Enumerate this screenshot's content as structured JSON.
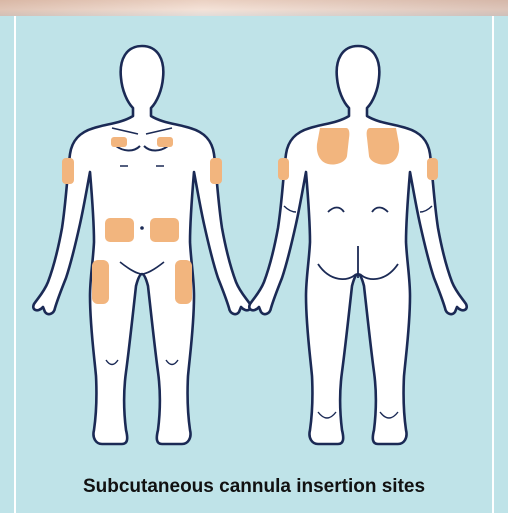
{
  "caption": "Subcutaneous cannula insertion sites",
  "colors": {
    "background": "#bfe3e8",
    "body_fill": "#ffffff",
    "outline": "#1b2a55",
    "site": "#f2b57e"
  },
  "figures": [
    {
      "view": "front",
      "sites": [
        "upper-chest-left",
        "upper-chest-right",
        "upper-arm-left",
        "upper-arm-right",
        "abdomen-left",
        "abdomen-right",
        "thigh-left",
        "thigh-right"
      ]
    },
    {
      "view": "back",
      "sites": [
        "scapula-left",
        "scapula-right",
        "upper-arm-left",
        "upper-arm-right"
      ]
    }
  ]
}
